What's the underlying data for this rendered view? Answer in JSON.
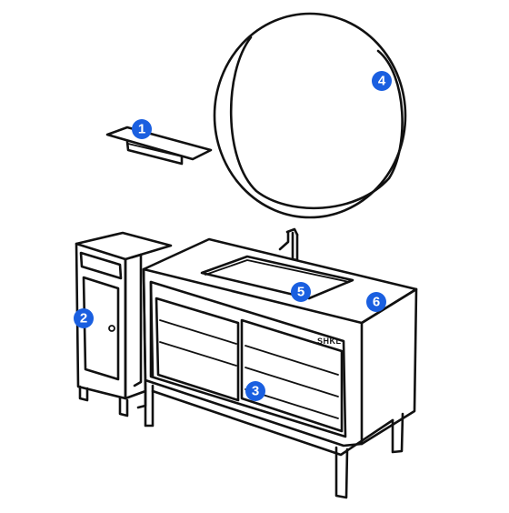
{
  "brand_label": "SHKL",
  "badge_color": "#1a5fe0",
  "callouts": [
    {
      "number": "1",
      "part": "shelf"
    },
    {
      "number": "2",
      "part": "side-cabinet"
    },
    {
      "number": "3",
      "part": "vanity-drawers"
    },
    {
      "number": "4",
      "part": "round-mirror"
    },
    {
      "number": "5",
      "part": "sink-basin"
    },
    {
      "number": "6",
      "part": "countertop"
    }
  ]
}
